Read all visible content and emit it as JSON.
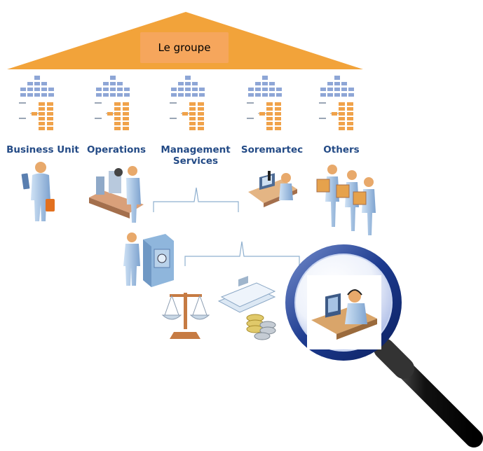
{
  "roof": {
    "label": "Le groupe",
    "color": "#f2a33a"
  },
  "units": [
    {
      "label": "Business Unit",
      "icon": "org-chart-icon",
      "person_icon": "businessman-with-briefcase-icon"
    },
    {
      "label": "Operations",
      "icon": "org-chart-icon",
      "person_icon": "factory-worker-conveyor-icon"
    },
    {
      "label": "Management Services",
      "icon": "org-chart-icon"
    },
    {
      "label": "Soremartec",
      "icon": "org-chart-icon",
      "person_icon": "scientist-microscope-icon"
    },
    {
      "label": "Others",
      "icon": "org-chart-icon",
      "person_icon": "people-carrying-boxes-icon"
    }
  ],
  "services": [
    {
      "icon": "person-at-safe-icon"
    },
    {
      "icon": "balance-scale-icon"
    },
    {
      "icon": "documents-and-coins-icon"
    },
    {
      "icon": "helpdesk-operator-icon"
    }
  ],
  "colors": {
    "text": "#244b86",
    "bracket": "#8fb0cf",
    "lens_ring": "#1f3f8f",
    "handle": "#111111"
  }
}
